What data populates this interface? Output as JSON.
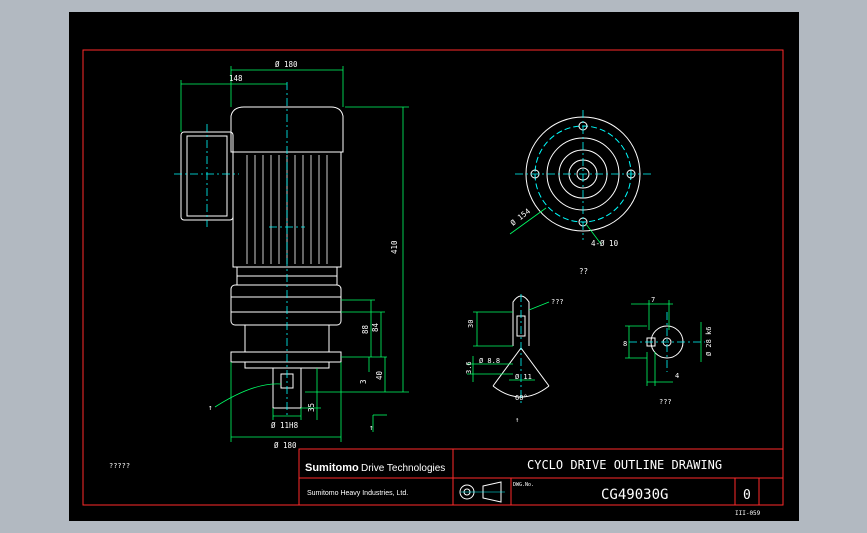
{
  "colors": {
    "background": "#b2b9c1",
    "canvas": "#000000",
    "frame": "#ff2a2a",
    "geometry": "#ffffff",
    "dimension": "#00ff66",
    "centerline": "#00ffff"
  },
  "dimensions": {
    "top_dia": "Ø 180",
    "offset_148": "148",
    "height_410": "410",
    "bolt_circle": "Ø 154",
    "hole_4x": "4-Ø 10",
    "d_88": "88",
    "d_84": "84",
    "d_3": "3",
    "d_40": "40",
    "d_35": "35",
    "shaft_fit": "Ø 11H8",
    "bottom_dia": "Ø 180",
    "key_30": "30",
    "key_36": "3.6",
    "key_hole": "Ø 8.8",
    "key_11": "Ø 11",
    "key_angle": "60°",
    "key_label": "???",
    "shaft_7": "7",
    "shaft_8": "8",
    "shaft_4": "4",
    "shaft_dia": "Ø 28 k6"
  },
  "view_labels": {
    "flange_view": "??",
    "key_view": "↑",
    "shaft_view": "???",
    "arrow_1": "↑",
    "arrow_2": "↑"
  },
  "title_block": {
    "company": "Sumitomo",
    "company_suffix": "Drive Technologies",
    "company_sub": "Sumitomo Heavy Industries, Ltd.",
    "title": "CYCLO DRIVE OUTLINE DRAWING",
    "drawing_no_label": "DWG.No.",
    "drawing_no": "CG49030G",
    "revision": "0",
    "sheet": "III-059",
    "left_note": "?????"
  }
}
